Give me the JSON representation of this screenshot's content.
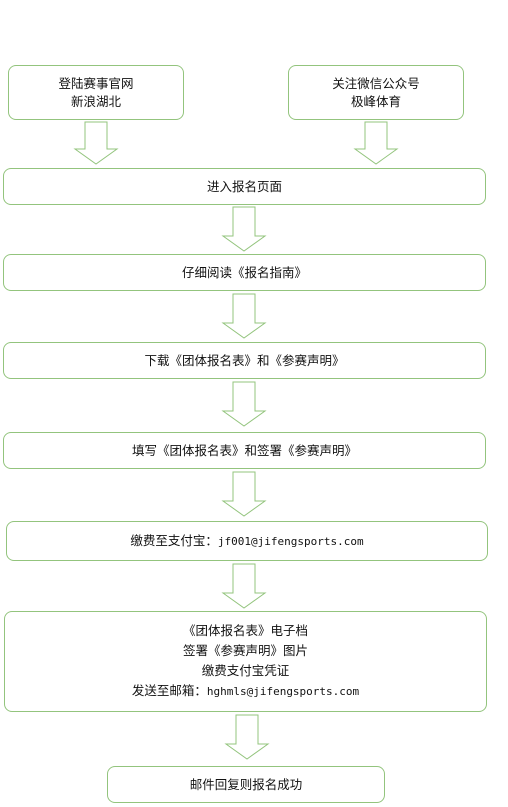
{
  "flow": {
    "start_left": {
      "line1": "登陆赛事官网",
      "line2": "新浪湖北"
    },
    "start_right": {
      "line1": "关注微信公众号",
      "line2": "极峰体育"
    },
    "step1": "进入报名页面",
    "step2": "仔细阅读《报名指南》",
    "step3": "下载《团体报名表》和《参赛声明》",
    "step4": "填写《团体报名表》和签署《参赛声明》",
    "step5": {
      "label": "缴费至支付宝：",
      "value": "jf001@jifengsports.com"
    },
    "step6": {
      "line1": "《团体报名表》电子档",
      "line2": "签署《参赛声明》图片",
      "line3": "缴费支付宝凭证",
      "line4_label": "发送至邮箱：",
      "line4_value": "hghmls@jifengsports.com"
    },
    "step7": "邮件回复则报名成功"
  },
  "colors": {
    "border": "#93c47d",
    "background": "#ffffff",
    "text": "#111111"
  }
}
